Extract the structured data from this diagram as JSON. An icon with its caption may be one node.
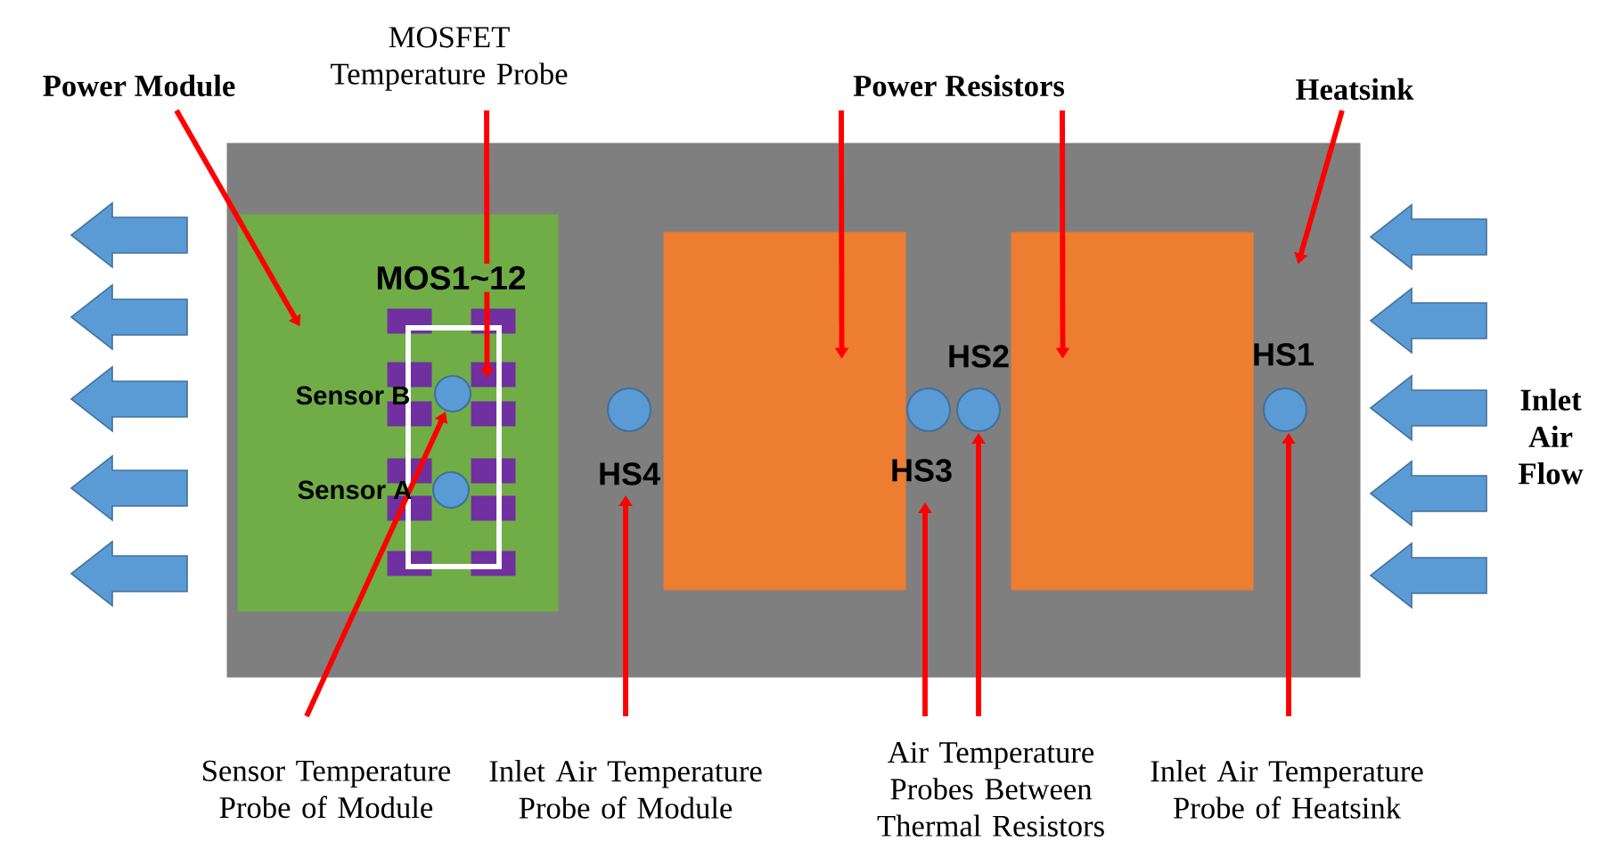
{
  "diagram": {
    "nodes": [
      {
        "text": [
          "Power Module"
        ]
      },
      {
        "text": [
          "MOSFET Temperature Probe"
        ]
      },
      {
        "text": [
          "Power Resistors"
        ]
      },
      {
        "text": [
          "Heatsink"
        ]
      },
      {
        "text": [],
        "shape": "box"
      },
      {
        "text": [],
        "shape": "box",
        "in": 4
      },
      {
        "text": [],
        "shape": "box",
        "in": 5
      },
      {
        "text": [],
        "shape": "box",
        "in": 5
      },
      {
        "text": [],
        "shape": "box",
        "in": 5
      },
      {
        "text": [],
        "shape": "box",
        "in": 5
      },
      {
        "text": [],
        "shape": "box",
        "in": 5
      },
      {
        "text": [],
        "shape": "box",
        "in": 5
      },
      {
        "text": [],
        "shape": "box",
        "in": 5
      },
      {
        "text": [],
        "shape": "box",
        "in": 5
      },
      {
        "text": [],
        "shape": "box",
        "in": 5
      },
      {
        "text": [],
        "shape": "box",
        "in": 5
      },
      {
        "text": [],
        "shape": "box",
        "in": 5
      },
      {
        "text": [],
        "shape": "box",
        "in": 5
      },
      {
        "text": [],
        "shape": "circle",
        "in": 5
      },
      {
        "text": [],
        "shape": "circle",
        "in": 5
      },
      {
        "text": [],
        "shape": "circle",
        "in": 4
      },
      {
        "text": [
          "HS4"
        ],
        "in": 4
      },
      {
        "text": [],
        "shape": "box",
        "in": 4
      },
      {
        "text": [],
        "shape": "circle",
        "in": 4
      },
      {
        "text": [
          "HS3"
        ],
        "in": 4
      },
      {
        "text": [],
        "shape": "circle",
        "in": 4
      },
      {
        "text": [],
        "shape": "box",
        "in": 4
      },
      {
        "text": [],
        "shape": "circle",
        "in": 4
      },
      {
        "text": [
          "Sensor Temperature Probe of Module"
        ]
      },
      {
        "text": [
          "Inlet Air Temperature Probe of Module"
        ]
      },
      {
        "text": [
          "Air Temperature Probes Between Thermal Resistors"
        ]
      },
      {
        "text": [
          "Inlet Air Temperature Probe of Heatsink"
        ]
      }
    ],
    "edges": [
      {
        "from": 0,
        "to": 5,
        "arrow": "to"
      },
      {
        "from": 1,
        "to": 9,
        "arrow": "to"
      },
      {
        "from": 2,
        "to": 22,
        "arrow": "to"
      },
      {
        "from": 2,
        "to": 26,
        "arrow": "to"
      },
      {
        "from": 3,
        "to": 4,
        "arrow": "to"
      },
      {
        "from": 28,
        "to": 18,
        "arrow": "to"
      },
      {
        "from": 29,
        "to": 21,
        "arrow": "to"
      },
      {
        "from": 30,
        "to": 24,
        "arrow": "to"
      },
      {
        "from": 30,
        "to": 25,
        "arrow": "to"
      },
      {
        "from": 31,
        "to": 27,
        "arrow": "to"
      }
    ],
    "labels": [
      "MOS1~12",
      "Sensor B",
      "Sensor A",
      "HS2",
      "HS1",
      "Inlet Air Flow"
    ]
  }
}
